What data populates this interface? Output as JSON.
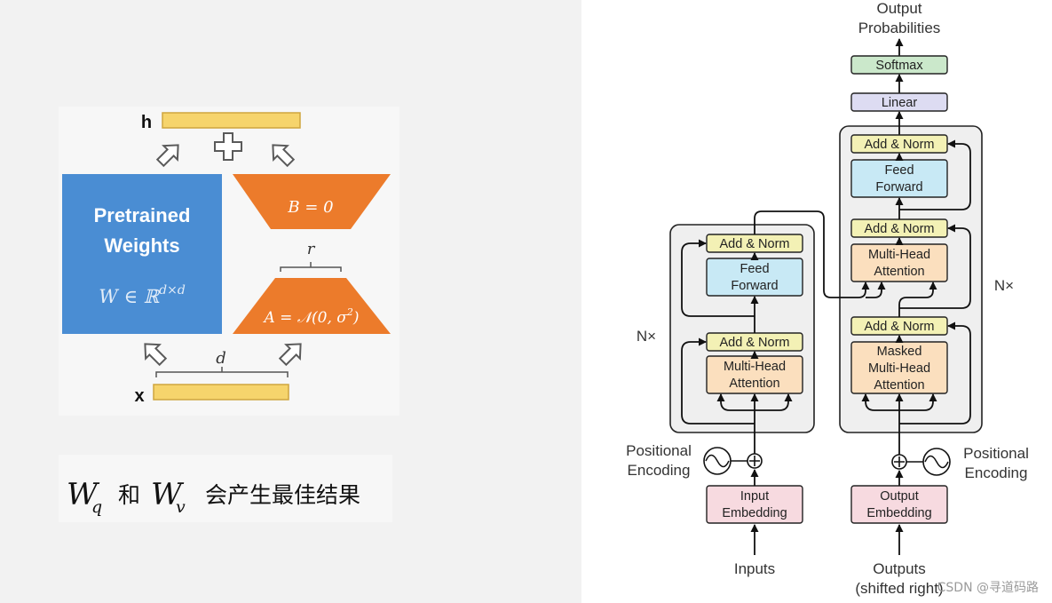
{
  "lora": {
    "h_label": "h",
    "x_label": "x",
    "pretrained_title": [
      "Pretrained",
      "Weights"
    ],
    "w_formula": "W ∈ ℝ",
    "w_superscript": "d×d",
    "b_formula": "B = 0",
    "a_formula_prefix": "A = 𝒩(0, σ",
    "a_superscript": "2",
    "a_formula_suffix": ")",
    "r_label": "r",
    "d_label": "d"
  },
  "caption": {
    "w_first": "W",
    "sub_first": "q",
    "conjunction": "和",
    "w_second": "W",
    "sub_second": "v",
    "rest": "会产生最佳结果"
  },
  "transformer": {
    "output_label": [
      "Output",
      "Probabilities"
    ],
    "softmax": "Softmax",
    "linear": "Linear",
    "encoder": {
      "add_norm_ffn": "Add & Norm",
      "feed_forward": [
        "Feed",
        "Forward"
      ],
      "add_norm_attention": "Add & Norm",
      "attention": [
        "Multi-Head",
        "Attention"
      ],
      "repeat": "N×",
      "embedding": [
        "Input",
        "Embedding"
      ],
      "positional_encoding": [
        "Positional",
        "Encoding"
      ],
      "input_label": "Inputs"
    },
    "decoder": {
      "add_norm_ffn": "Add & Norm",
      "feed_forward": [
        "Feed",
        "Forward"
      ],
      "add_norm_cross": "Add & Norm",
      "cross_attention": [
        "Multi-Head",
        "Attention"
      ],
      "add_norm_masked": "Add & Norm",
      "masked_attention": [
        "Masked",
        "Multi-Head",
        "Attention"
      ],
      "repeat": "N×",
      "embedding": [
        "Output",
        "Embedding"
      ],
      "positional_encoding": [
        "Positional",
        "Encoding"
      ],
      "output_label": [
        "Outputs",
        "(shifted right)"
      ]
    }
  },
  "watermark": "CSDN @寻道码路",
  "colors": {
    "left_background": "#f2f2f2",
    "figure_background": "#f7f7f7",
    "weights_blue": "#4a8dd3",
    "lora_orange": "#ec7b2b",
    "bar_yellow": "#f6d46c",
    "block_gray": "#efefef",
    "add_norm": "#f3f1b5",
    "feed_forward": "#c8e9f5",
    "attention": "#fbdfbe",
    "embedding": "#f7dae0",
    "linear": "#dddcf2",
    "softmax": "#cbe8cb"
  }
}
